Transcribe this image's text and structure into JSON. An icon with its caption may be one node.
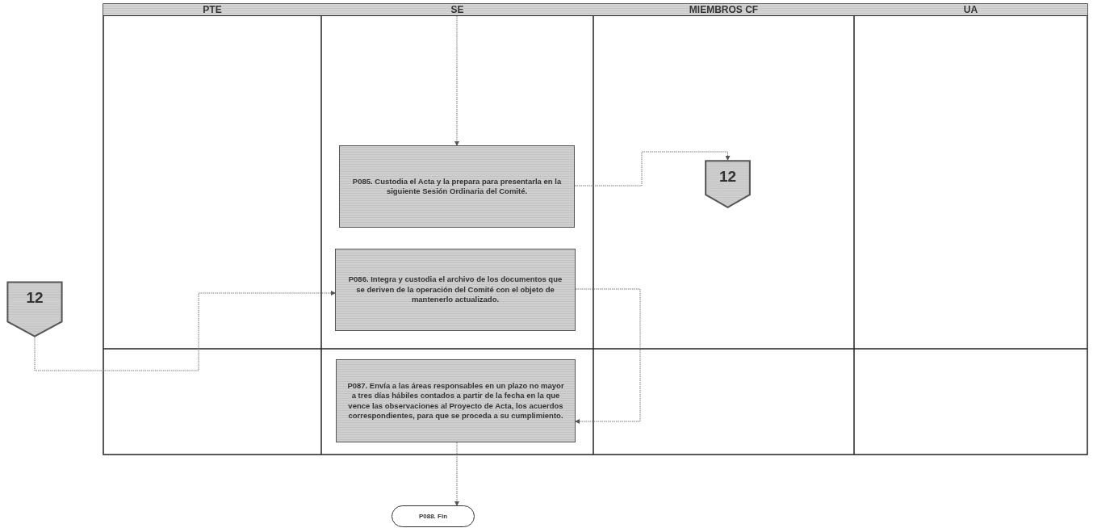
{
  "diagram": {
    "nodes": [
      {
        "text": [
          "PTE"
        ]
      },
      {
        "text": [
          "SE"
        ]
      },
      {
        "text": [
          "MIEMBROS CF"
        ]
      },
      {
        "text": [
          "UA"
        ]
      },
      {
        "text": [
          "P085.  Custodia el Acta y la prepara para presentarla en la siguiente Sesión Ordinaria del Comité."
        ]
      },
      {
        "text": [
          "P086. Integra y custodia el archivo de los documentos que se deriven de la operación del Comité con el objeto de mantenerlo actualizado."
        ]
      },
      {
        "text": [
          "P087. Envía a las áreas responsables en un plazo no mayor a tres días hábiles contados a partir de la fecha en la que vence las observaciones al Proyecto de Acta, los acuerdos correspondientes, para que se proceda a su cumplimiento."
        ]
      },
      {
        "text": [
          "12"
        ]
      },
      {
        "text": [
          "12"
        ]
      },
      {
        "text": [
          "P088. Fin"
        ]
      }
    ],
    "edges": [
      {
        "from": 1,
        "to": 4,
        "arrow": "to"
      },
      {
        "from": 4,
        "to": 8,
        "arrow": "to"
      },
      {
        "from": 7,
        "to": 5,
        "arrow": "to"
      },
      {
        "from": 5,
        "to": 6,
        "arrow": "to"
      },
      {
        "from": 6,
        "to": 9,
        "arrow": "to"
      }
    ]
  }
}
